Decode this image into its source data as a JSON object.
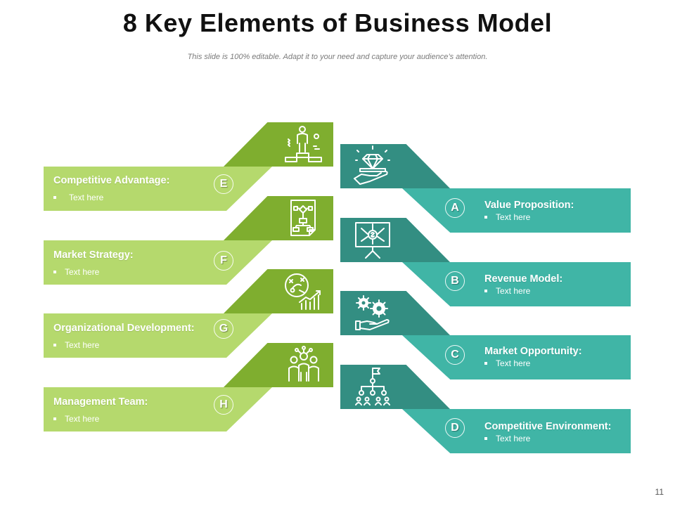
{
  "title": "8 Key Elements of Business Model",
  "subtitle": "This slide is 100% editable. Adapt it to your need and capture your audience’s attention.",
  "page_number": "11",
  "colors": {
    "left_band": "#b5d96d",
    "left_tab": "#7fae2f",
    "right_band": "#40b5a6",
    "right_tab": "#338e82"
  },
  "left_items": [
    {
      "letter": "E",
      "label": "Competitive Advantage:",
      "bullet": "Text here",
      "icon": "podium-person-icon"
    },
    {
      "letter": "F",
      "label": "Market Strategy:",
      "bullet": "Text here",
      "icon": "flowchart-document-icon"
    },
    {
      "letter": "G",
      "label": "Organizational Development:",
      "bullet": "Text here",
      "icon": "strategy-growth-chart-icon"
    },
    {
      "letter": "H",
      "label": "Management Team:",
      "bullet": "Text here",
      "icon": "team-people-icon"
    }
  ],
  "right_items": [
    {
      "letter": "A",
      "label": "Value Proposition:",
      "bullet": "Text here",
      "icon": "diamond-hand-icon"
    },
    {
      "letter": "B",
      "label": "Revenue Model:",
      "bullet": "Text here",
      "icon": "presentation-board-dollar-icon"
    },
    {
      "letter": "C",
      "label": "Market Opportunity:",
      "bullet": "Text here",
      "icon": "gears-hand-icon"
    },
    {
      "letter": "D",
      "label": "Competitive Environment:",
      "bullet": "Text here",
      "icon": "org-hierarchy-icon"
    }
  ]
}
